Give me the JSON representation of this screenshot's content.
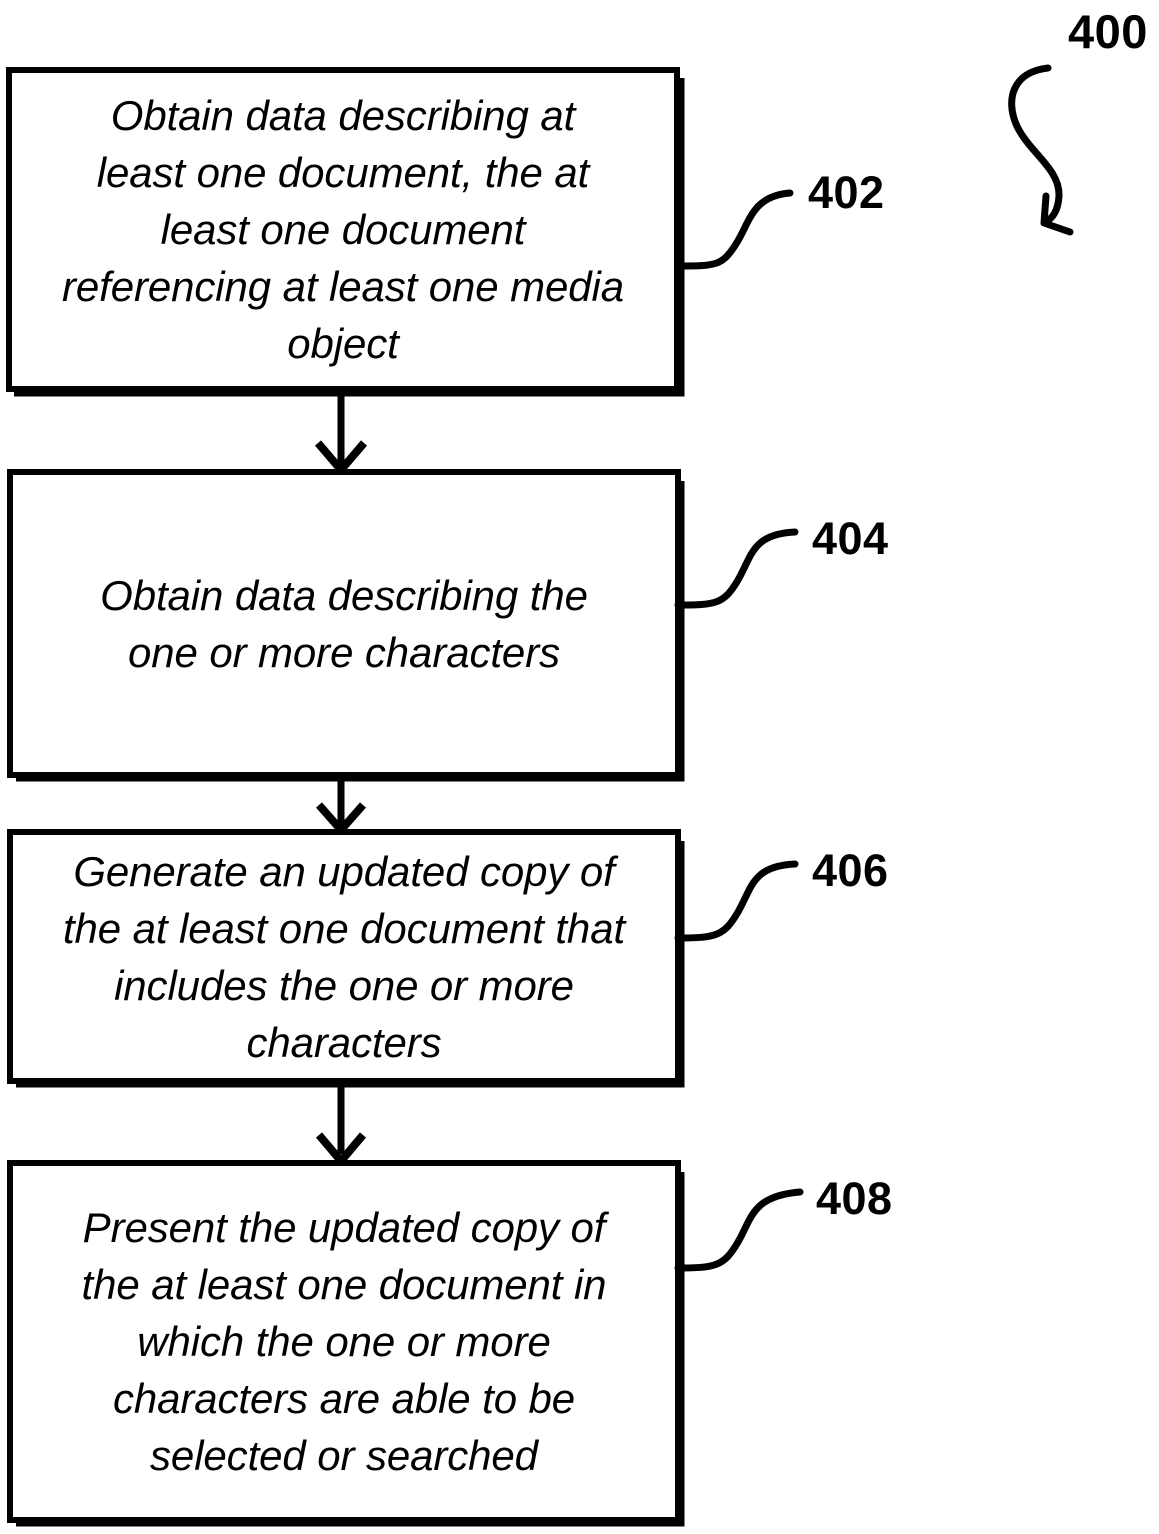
{
  "figure": {
    "number": "400",
    "type": "flowchart",
    "orientation": "vertical"
  },
  "steps": [
    {
      "ref": "402",
      "text": "Obtain data describing at\nleast one document, the at\nleast one document\nreferencing at least one media\nobject"
    },
    {
      "ref": "404",
      "text": "Obtain data describing the\none or more characters"
    },
    {
      "ref": "406",
      "text": "Generate an updated copy of\nthe at least one document that\nincludes the one or more\ncharacters"
    },
    {
      "ref": "408",
      "text": "Present the updated copy of\nthe at least one document in\nwhich the one or more\ncharacters are able to be\nselected or searched"
    }
  ],
  "connectors": [
    {
      "from": "402",
      "to": "404",
      "kind": "arrow-down"
    },
    {
      "from": "404",
      "to": "406",
      "kind": "arrow-down"
    },
    {
      "from": "406",
      "to": "408",
      "kind": "arrow-down"
    }
  ],
  "colors": {
    "ink": "#000000",
    "paper": "#ffffff"
  }
}
